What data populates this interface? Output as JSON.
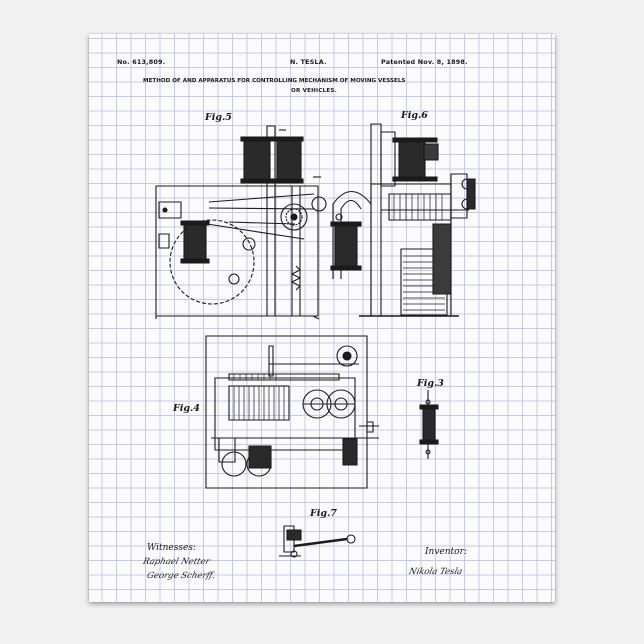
{
  "patent": {
    "number": "No. 613,809.",
    "inventor_name": "N. TESLA.",
    "date": "Patented Nov. 8, 1898.",
    "title_line1": "METHOD OF AND APPARATUS FOR CONTROLLING MECHANISM OF MOVING VESSELS",
    "title_line2": "OR VEHICLES."
  },
  "figures": {
    "fig5": "Fig.5",
    "fig6": "Fig.6",
    "fig4": "Fig.4",
    "fig3": "Fig.3",
    "fig7": "Fig.7"
  },
  "footer": {
    "witnesses_label": "Witnesses:",
    "witness1": "Raphael Netter",
    "witness2": "George Scherff.",
    "inventor_label": "Inventor:",
    "inventor_signature": "Nikola Tesla"
  }
}
